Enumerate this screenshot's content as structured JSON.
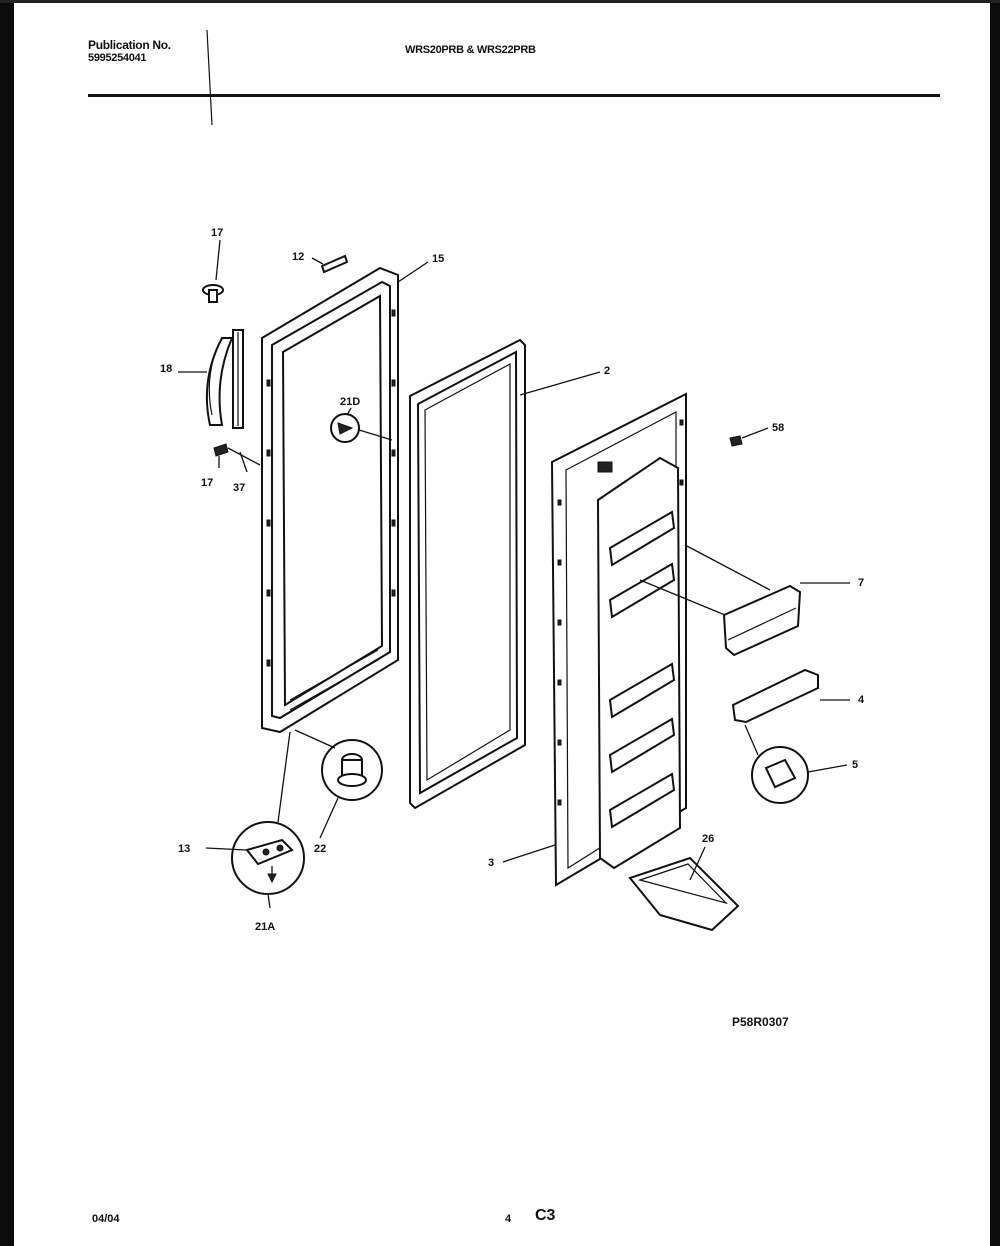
{
  "header": {
    "publication_label": "Publication No.",
    "publication_number": "5995254041",
    "model_title": "WRS20PRB & WRS22PRB"
  },
  "footer": {
    "date_code": "04/04",
    "page_number": "4",
    "section_code": "C3"
  },
  "diagram": {
    "reference_code": "P58R0307",
    "callouts": {
      "c17a": "17",
      "c12": "12",
      "c15": "15",
      "c18": "18",
      "c21d": "21D",
      "c2": "2",
      "c17b": "17",
      "c37": "37",
      "c58": "58",
      "c7": "7",
      "c4": "4",
      "c5": "5",
      "c13": "13",
      "c22": "22",
      "c21a": "21A",
      "c3": "3",
      "c26": "26"
    }
  }
}
